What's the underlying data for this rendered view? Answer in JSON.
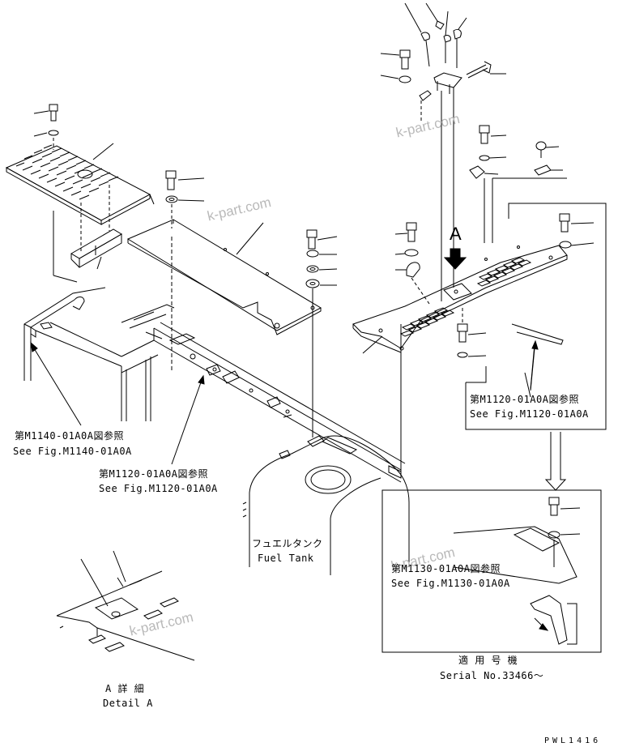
{
  "references": {
    "m1140_jp": "第M1140-01A0A図参照",
    "m1140_en": "See Fig.M1140-01A0A",
    "m1120_left_jp": "第M1120-01A0A図参照",
    "m1120_left_en": "See Fig.M1120-01A0A",
    "m1120_right_jp": "第M1120-01A0A図参照",
    "m1120_right_en": "See Fig.M1120-01A0A",
    "m1130_jp": "第M1130-01A0A図参照",
    "m1130_en": "See Fig.M1130-01A0A"
  },
  "fuel_tank": {
    "jp": "フュエルタンク",
    "en": "Fuel Tank"
  },
  "view_marker": "A",
  "detail": {
    "jp": "A 詳 細",
    "en": "Detail A"
  },
  "serial": {
    "jp": "適 用 号 機",
    "en": "Serial No.33466～"
  },
  "drawing_code": "PWL1416",
  "watermark": "k-part.com",
  "colors": {
    "line": "#000000",
    "watermark": "#b9b9b9",
    "background": "#ffffff"
  }
}
